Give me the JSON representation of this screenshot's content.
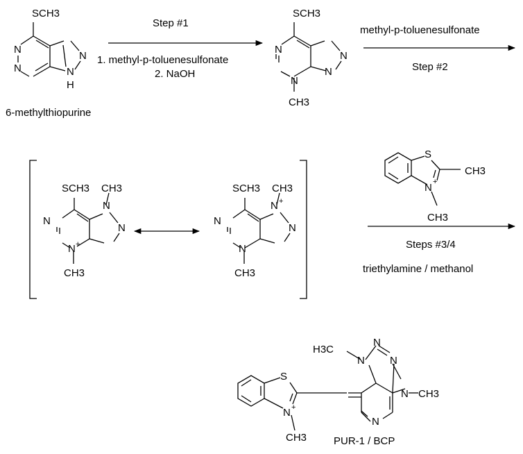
{
  "compounds": {
    "start": {
      "name": "6-methylthiopurine",
      "substituent": "SCH3",
      "atoms": [
        "N",
        "N",
        "N",
        "N",
        "H"
      ]
    },
    "intermediate": {
      "substituent": "SCH3",
      "n_methyl": "CH3",
      "atoms": [
        "N",
        "N",
        "N",
        "N"
      ]
    },
    "resonance_left": {
      "substituent": "SCH3",
      "methyl_top": "CH3",
      "methyl_bottom": "CH3",
      "charge": "+",
      "atoms": [
        "N",
        "N",
        "N",
        "N"
      ]
    },
    "resonance_right": {
      "substituent": "SCH3",
      "methyl_top": "CH3",
      "methyl_bottom": "CH3",
      "charge": "+",
      "atoms": [
        "N",
        "N",
        "N",
        "N"
      ]
    },
    "benzothiazolium": {
      "methyl_c2": "CH3",
      "methyl_n": "CH3",
      "charge": "+",
      "atoms": [
        "S",
        "N"
      ]
    },
    "product": {
      "name": "PUR-1 / BCP",
      "methyl_top": "H3C",
      "methyl_right": "CH3",
      "methyl_n": "CH3",
      "charge": "+",
      "atoms": [
        "S",
        "N",
        "N",
        "N",
        "N",
        "N",
        "N"
      ]
    }
  },
  "steps": {
    "step1": {
      "title": "Step #1",
      "reagent1": "1. methyl-p-toluenesulfonate",
      "reagent2": "2. NaOH"
    },
    "step2": {
      "reagent": "methyl-p-toluenesulfonate",
      "title": "Step #2"
    },
    "step34": {
      "title": "Steps #3/4",
      "conditions": "triethylamine / methanol"
    }
  }
}
